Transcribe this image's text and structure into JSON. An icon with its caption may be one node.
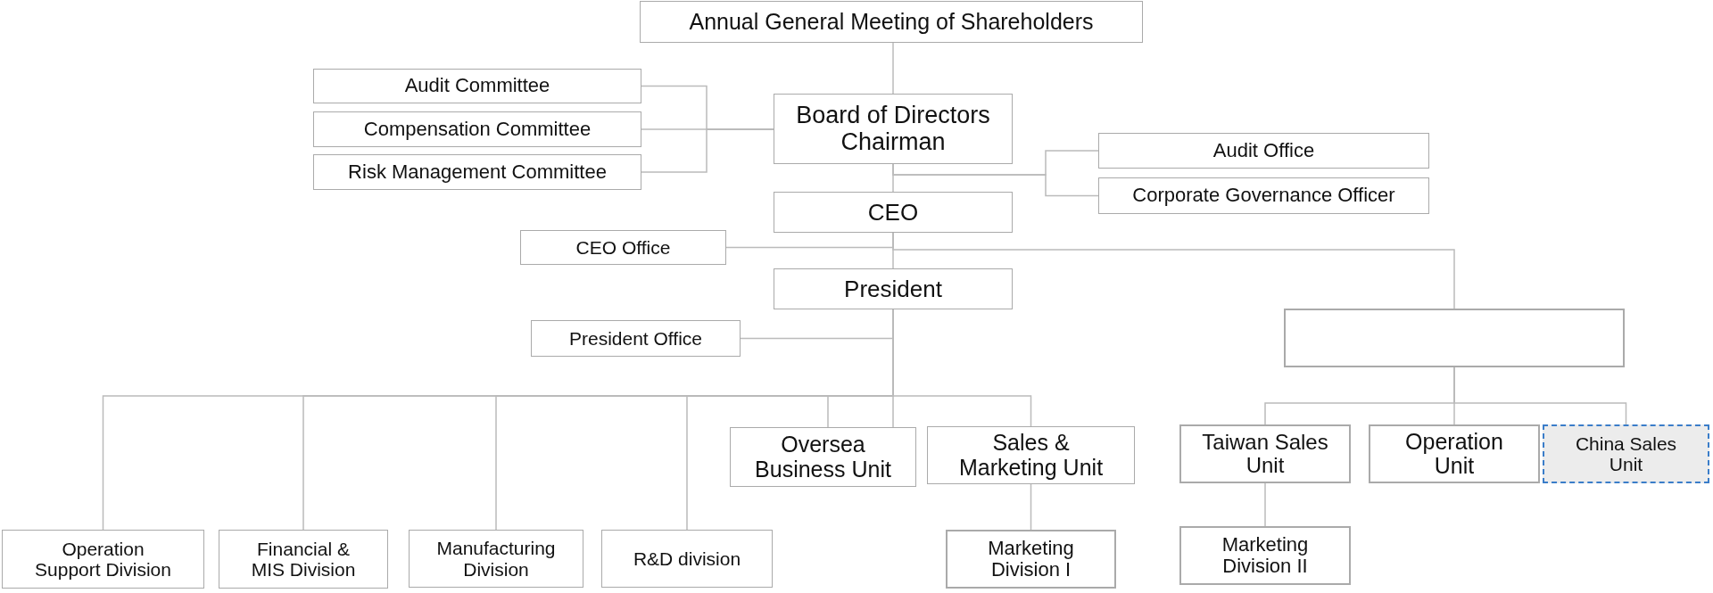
{
  "diagram": {
    "nodes": [
      {
        "text": [
          "Annual General Meeting of Shareholders"
        ]
      },
      {
        "text": [
          "Audit Committee"
        ]
      },
      {
        "text": [
          "Compensation Committee"
        ]
      },
      {
        "text": [
          "Risk Management Committee"
        ]
      },
      {
        "text": [
          "Board of Directors Chairman"
        ]
      },
      {
        "text": [
          "Audit Office"
        ]
      },
      {
        "text": [
          "Corporate Governance Officer"
        ]
      },
      {
        "text": [
          "CEO"
        ]
      },
      {
        "text": [
          "CEO Office"
        ]
      },
      {
        "text": [
          "President"
        ]
      },
      {
        "text": [
          "President Office"
        ]
      },
      {
        "text": [],
        "shape": "box"
      },
      {
        "text": [
          "Oversea Business Unit"
        ]
      },
      {
        "text": [
          "Sales & Marketing Unit"
        ]
      },
      {
        "text": [
          "Taiwan Sales Unit"
        ]
      },
      {
        "text": [
          "Operation Unit"
        ]
      },
      {
        "text": [
          "China Sales Unit"
        ]
      },
      {
        "text": [
          "Operation Support Division"
        ]
      },
      {
        "text": [
          "Financial & MIS Division"
        ]
      },
      {
        "text": [
          "Manufacturing Division"
        ]
      },
      {
        "text": [
          "R&D division"
        ]
      },
      {
        "text": [
          "Marketing Division I"
        ]
      },
      {
        "text": [
          "Marketing Division II"
        ]
      }
    ],
    "edges": [
      {
        "from": 0,
        "to": 4,
        "arrow": "none"
      },
      {
        "from": 4,
        "to": 1,
        "arrow": "none"
      },
      {
        "from": 4,
        "to": 2,
        "arrow": "none"
      },
      {
        "from": 4,
        "to": 3,
        "arrow": "none"
      },
      {
        "from": 4,
        "to": 5,
        "arrow": "none"
      },
      {
        "from": 4,
        "to": 6,
        "arrow": "none"
      },
      {
        "from": 4,
        "to": 7,
        "arrow": "none"
      },
      {
        "from": 7,
        "to": 8,
        "arrow": "none"
      },
      {
        "from": 7,
        "to": 9,
        "arrow": "none"
      },
      {
        "from": 7,
        "to": 11,
        "arrow": "none"
      },
      {
        "from": 9,
        "to": 10,
        "arrow": "none"
      },
      {
        "from": 9,
        "to": 12,
        "arrow": "none"
      },
      {
        "from": 9,
        "to": 13,
        "arrow": "none"
      },
      {
        "from": 9,
        "to": 17,
        "arrow": "none"
      },
      {
        "from": 9,
        "to": 18,
        "arrow": "none"
      },
      {
        "from": 9,
        "to": 19,
        "arrow": "none"
      },
      {
        "from": 9,
        "to": 20,
        "arrow": "none"
      },
      {
        "from": 13,
        "to": 21,
        "arrow": "none"
      },
      {
        "from": 11,
        "to": 14,
        "arrow": "none"
      },
      {
        "from": 11,
        "to": 15,
        "arrow": "none"
      },
      {
        "from": 11,
        "to": 16,
        "arrow": "none"
      },
      {
        "from": 14,
        "to": 22,
        "arrow": "none"
      }
    ]
  }
}
